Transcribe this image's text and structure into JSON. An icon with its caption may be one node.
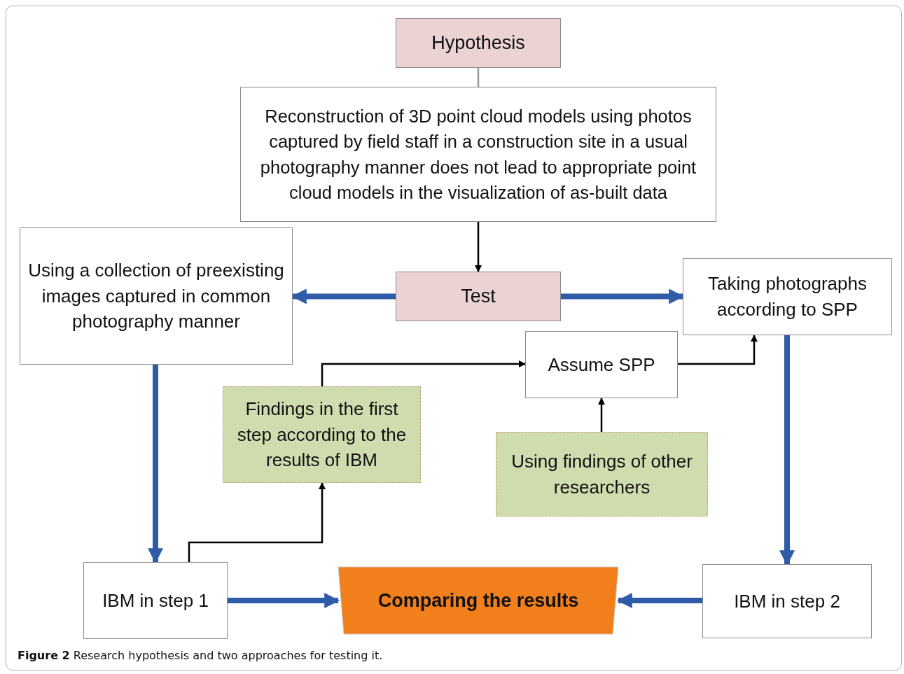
{
  "diagram": {
    "caption": "**Figure 2** Research hypothesis and two approaches for testing it.",
    "nodes": [
      {
        "text": [
          "Hypothesis"
        ]
      },
      {
        "text": [
          "Reconstruction of 3D point cloud models using photos captured by field staff in a construction site in a usual photography manner does not lead to appropriate point cloud models in the visualization of as-built data"
        ]
      },
      {
        "text": [
          "Using a collection of preexisting images captured in common photography manner"
        ]
      },
      {
        "text": [
          "Test"
        ]
      },
      {
        "text": [
          "Taking photographs according to SPP"
        ]
      },
      {
        "text": [
          "Assume SPP"
        ]
      },
      {
        "text": [
          "Findings in the first step according to the results of IBM"
        ]
      },
      {
        "text": [
          "Using findings of other researchers"
        ]
      },
      {
        "text": [
          "IBM in step 1"
        ]
      },
      {
        "text": [
          "Comparing the results"
        ]
      },
      {
        "text": [
          "IBM in step 2"
        ]
      }
    ],
    "edges": [
      {
        "from": 0,
        "to": 1,
        "arrow": "none",
        "color": "#999999"
      },
      {
        "from": 1,
        "to": 3,
        "arrow": "to",
        "color": "#000000"
      },
      {
        "from": 3,
        "to": 2,
        "arrow": "to",
        "style": "thick",
        "color": "#2e5ca8"
      },
      {
        "from": 3,
        "to": 4,
        "arrow": "to",
        "style": "thick",
        "color": "#2e5ca8"
      },
      {
        "from": 2,
        "to": 8,
        "arrow": "to",
        "style": "thick",
        "color": "#2e5ca8"
      },
      {
        "from": 4,
        "to": 10,
        "arrow": "to",
        "style": "thick",
        "color": "#2e5ca8"
      },
      {
        "from": 8,
        "to": 9,
        "arrow": "to",
        "style": "thick",
        "color": "#2e5ca8"
      },
      {
        "from": 10,
        "to": 9,
        "arrow": "to",
        "style": "thick",
        "color": "#2e5ca8"
      },
      {
        "from": 8,
        "to": 6,
        "arrow": "to",
        "color": "#000000"
      },
      {
        "from": 6,
        "to": 5,
        "arrow": "to",
        "color": "#000000"
      },
      {
        "from": 5,
        "to": 4,
        "arrow": "to",
        "color": "#000000"
      },
      {
        "from": 7,
        "to": 5,
        "arrow": "to",
        "color": "#000000"
      }
    ]
  }
}
